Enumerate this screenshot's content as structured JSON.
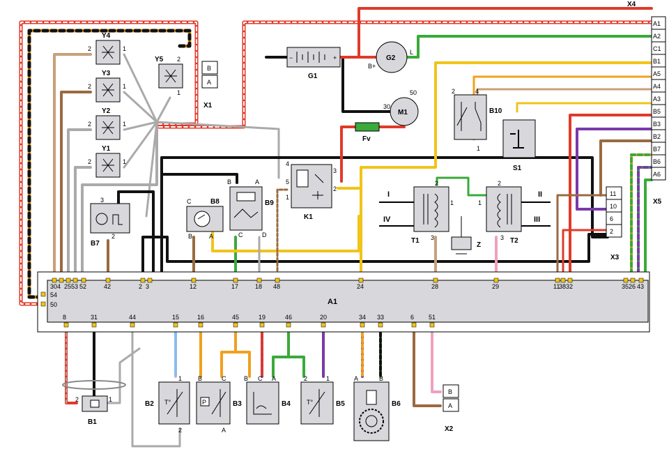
{
  "ecu": {
    "name": "A1",
    "top_pins": [
      "30",
      "4",
      "25",
      "53",
      "52",
      "42",
      "2",
      "3",
      "12",
      "17",
      "18",
      "48",
      "24",
      "28",
      "29",
      "11",
      "38",
      "32",
      "35",
      "26",
      "43"
    ],
    "side_pins": [
      "54",
      "50"
    ],
    "bottom_pins": [
      "8",
      "31",
      "44",
      "15",
      "16",
      "45",
      "19",
      "46",
      "20",
      "34",
      "33",
      "6",
      "51"
    ]
  },
  "components": {
    "Y1": "Y1",
    "Y2": "Y2",
    "Y3": "Y3",
    "Y4": "Y4",
    "Y5": "Y5",
    "X1": "X1",
    "X2": "X2",
    "X3": "X3",
    "X4": "X4",
    "X5": "X5",
    "G1": "G1",
    "G2": "G2",
    "M1": "M1",
    "Fv": "Fv",
    "B1": "B1",
    "B2": "B2",
    "B3": "B3",
    "B4": "B4",
    "B5": "B5",
    "B6": "B6",
    "B7": "B7",
    "B8": "B8",
    "B9": "B9",
    "B10": "B10",
    "K1": "K1",
    "S1": "S1",
    "T1": "T1",
    "T2": "T2",
    "Z": "Z"
  },
  "x5_pins": [
    "A1",
    "A2",
    "C1",
    "B1",
    "A5",
    "A4",
    "A3",
    "B5",
    "B3",
    "B2",
    "B7",
    "B6",
    "A6"
  ],
  "x3_pins": [
    "11",
    "10",
    "6",
    "2"
  ],
  "ignition_labels": [
    "I",
    "IV",
    "II",
    "III"
  ],
  "pin_labels": {
    "p1": "1",
    "p2": "2",
    "p3": "3",
    "p4": "4",
    "p5": "5",
    "pA": "A",
    "pB": "B",
    "pC": "C",
    "pD": "D",
    "pL": "L",
    "p30": "30",
    "p50": "50",
    "bplus": "B+",
    "minus": "−",
    "plus": "+"
  },
  "wire_colors": {
    "red": "#e03a2a",
    "black": "#111111",
    "green": "#3aaa3a",
    "yellow": "#f0c419",
    "orange": "#f0a020",
    "brown": "#9a6a40",
    "tan": "#c8a07a",
    "purple": "#7a3aa8",
    "gray": "#aaaaaa",
    "pink": "#f0a0c0",
    "lightblue": "#80c0f0",
    "component": "#d8d8dc"
  }
}
